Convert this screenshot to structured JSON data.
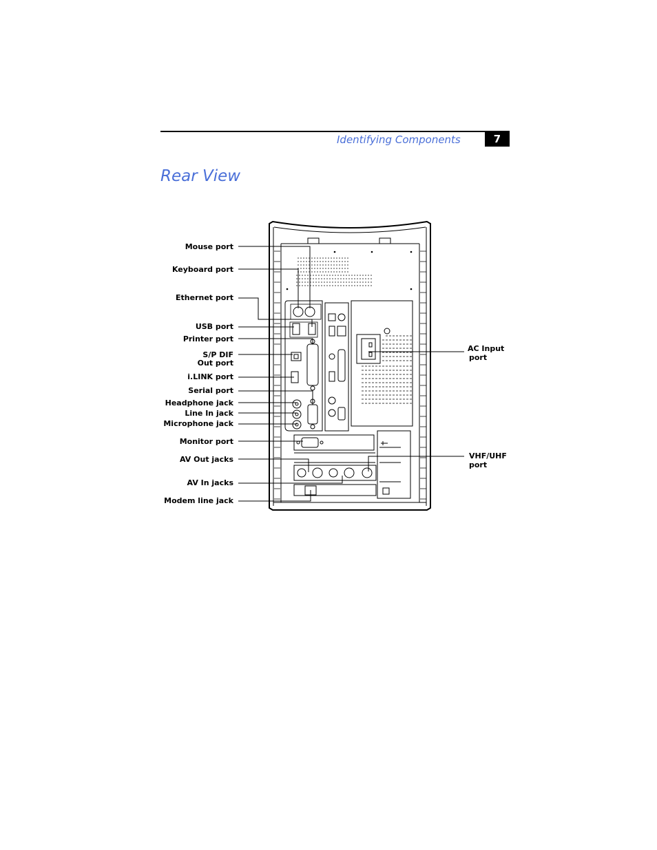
{
  "header": {
    "section_title": "Identifying Components",
    "page_number": "7"
  },
  "page_title": "Rear View",
  "labels": {
    "mouse_port": "Mouse port",
    "keyboard_port": "Keyboard port",
    "ethernet_port": "Ethernet port",
    "usb_port": "USB port",
    "printer_port": "Printer port",
    "spdif_line1": "S/P DIF",
    "spdif_line2": "Out port",
    "ilink_port": "i.LINK port",
    "serial_port": "Serial port",
    "headphone_jack": "Headphone jack",
    "line_in_jack": "Line In jack",
    "microphone_jack": "Microphone jack",
    "monitor_port": "Monitor port",
    "av_out_jacks": "AV Out jacks",
    "av_in_jacks": "AV In jacks",
    "modem_line_jack": "Modem line jack",
    "ac_input_line1": "AC Input",
    "ac_input_line2": "port",
    "vhf_uhf_line1": "VHF/UHF",
    "vhf_uhf_line2": "port"
  }
}
